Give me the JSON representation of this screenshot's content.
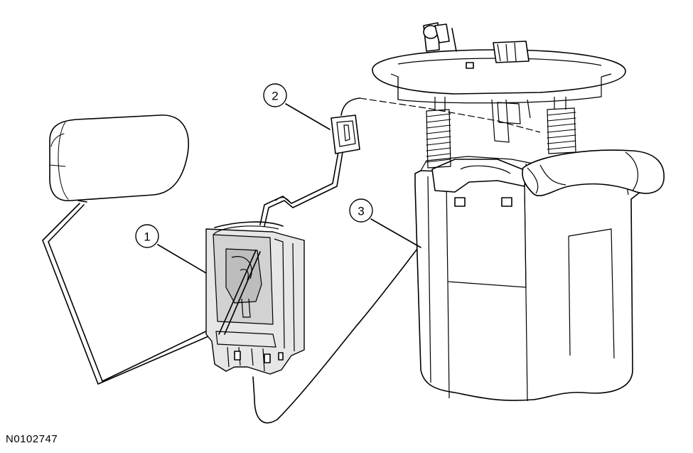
{
  "figure_id": "N0102747",
  "callouts": [
    {
      "number": "1"
    },
    {
      "number": "2"
    },
    {
      "number": "3"
    }
  ]
}
